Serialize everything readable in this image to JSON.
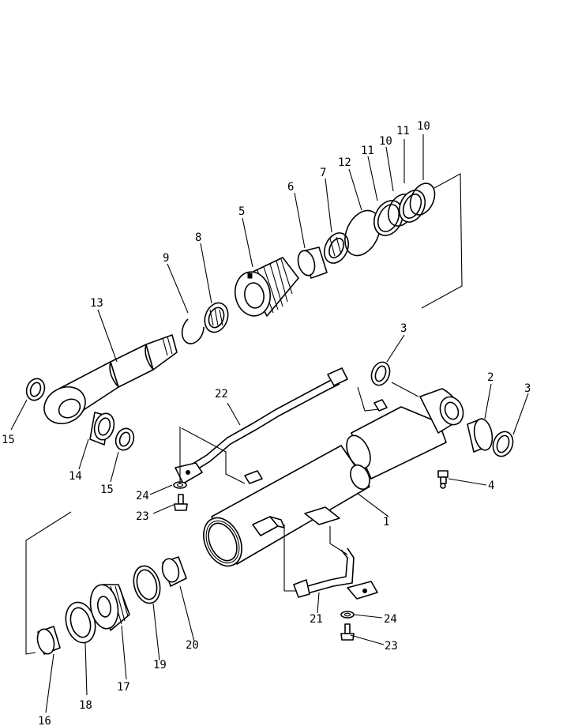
{
  "diagram": {
    "callouts": [
      "1",
      "2",
      "3",
      "3",
      "4",
      "5",
      "6",
      "7",
      "8",
      "9",
      "10",
      "10",
      "11",
      "11",
      "12",
      "13",
      "14",
      "15",
      "15",
      "16",
      "17",
      "18",
      "19",
      "20",
      "21",
      "22",
      "23",
      "23",
      "24",
      "24"
    ]
  }
}
